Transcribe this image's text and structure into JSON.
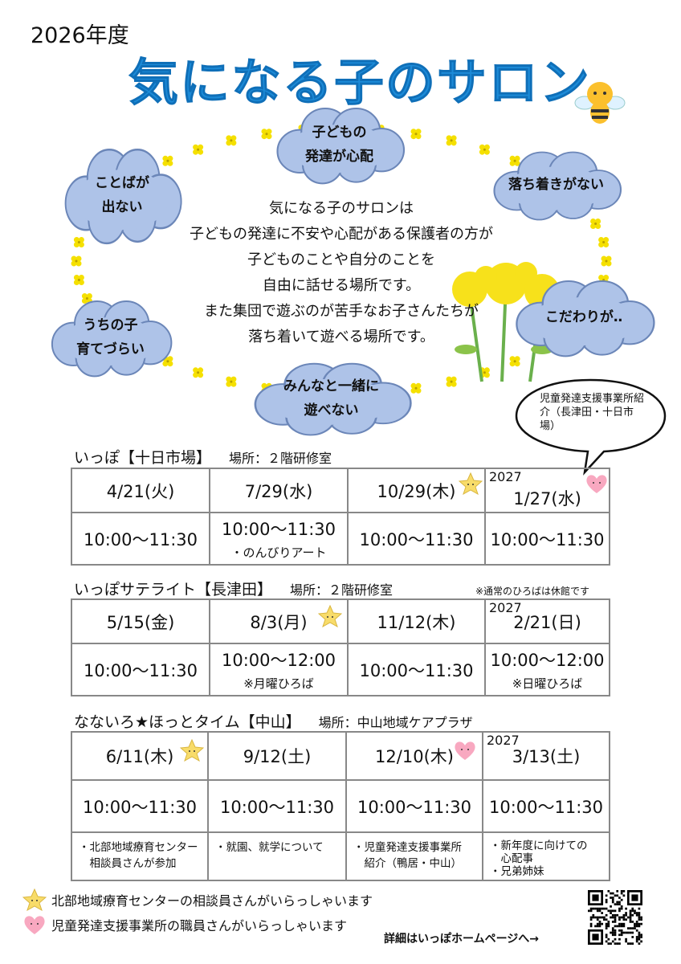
{
  "header": {
    "year": "2026年度",
    "title": "気になる子のサロン"
  },
  "clouds": [
    {
      "lines": [
        "子どもの",
        "発達が心配"
      ]
    },
    {
      "lines": [
        "ことばが",
        "出ない"
      ]
    },
    {
      "lines": [
        "落ち着きがない"
      ]
    },
    {
      "lines": [
        "うちの子",
        "育てづらい"
      ]
    },
    {
      "lines": [
        "みんなと一緒に",
        "遊べない"
      ]
    },
    {
      "lines": [
        "こだわりが‥"
      ]
    }
  ],
  "intro": [
    "気になる子のサロンは",
    "子どもの発達に不安や心配がある保護者の方が",
    "子どものことや自分のことを",
    "自由に話せる場所です。",
    "また集団で遊ぶのが苦手なお子さんたちが",
    "落ち着いて遊べる場所です。"
  ],
  "bubble": "児童発達支援事業所紹介（長津田・十日市場）",
  "sessions": [
    {
      "name": "いっぽ【十日市場】",
      "location": "場所：２階研修室",
      "note": "",
      "dates": [
        {
          "year": "",
          "date": "4/21(火)",
          "time": "10:00〜11:30",
          "sub": ""
        },
        {
          "year": "",
          "date": "7/29(水)",
          "time": "10:00〜11:30",
          "sub": "・のんびりアート"
        },
        {
          "year": "",
          "date": "10/29(木)",
          "time": "10:00〜11:30",
          "sub": "",
          "mark": "star"
        },
        {
          "year": "2027",
          "date": "1/27(水)",
          "time": "10:00〜11:30",
          "sub": "",
          "mark": "heart"
        }
      ]
    },
    {
      "name": "いっぽサテライト【長津田】",
      "location": "場所：２階研修室",
      "note": "※通常のひろばは休館です",
      "dates": [
        {
          "year": "",
          "date": "5/15(金)",
          "time": "10:00〜11:30",
          "sub": ""
        },
        {
          "year": "",
          "date": "8/3(月)",
          "time": "10:00〜12:00",
          "sub": "※月曜ひろば",
          "mark": "star"
        },
        {
          "year": "",
          "date": "11/12(木)",
          "time": "10:00〜11:30",
          "sub": ""
        },
        {
          "year": "2027",
          "date": "2/21(日)",
          "time": "10:00〜12:00",
          "sub": "※日曜ひろば"
        }
      ]
    },
    {
      "name": "なないろ★ほっとタイム【中山】",
      "location": "場所：中山地域ケアプラザ",
      "note": "",
      "dates": [
        {
          "year": "",
          "date": "6/11(木)",
          "time": "10:00〜11:30",
          "memo": [
            "・北部地域療育センター",
            "　相談員さんが参加"
          ],
          "mark": "star"
        },
        {
          "year": "",
          "date": "9/12(土)",
          "time": "10:00〜11:30",
          "memo": [
            "・就園、就学について"
          ]
        },
        {
          "year": "",
          "date": "12/10(木)",
          "time": "10:00〜11:30",
          "memo": [
            "・児童発達支援事業所",
            "　紹介（鴨居・中山）"
          ],
          "mark": "heart"
        },
        {
          "year": "2027",
          "date": "3/13(土)",
          "time": "10:00〜11:30",
          "memo": [
            "・新年度に向けての",
            "　心配事",
            "・兄弟姉妹"
          ]
        }
      ]
    }
  ],
  "legend": {
    "star": "北部地域療育センターの相談員さんがいらっしゃいます",
    "heart": "児童発達支援事業所の職員さんがいらっしゃいます"
  },
  "footer": {
    "more": "詳細はいっぽホームページへ→"
  },
  "colors": {
    "title": "#1c8bd8",
    "cloud": "#aec3e8",
    "flower": "#f5e000"
  }
}
